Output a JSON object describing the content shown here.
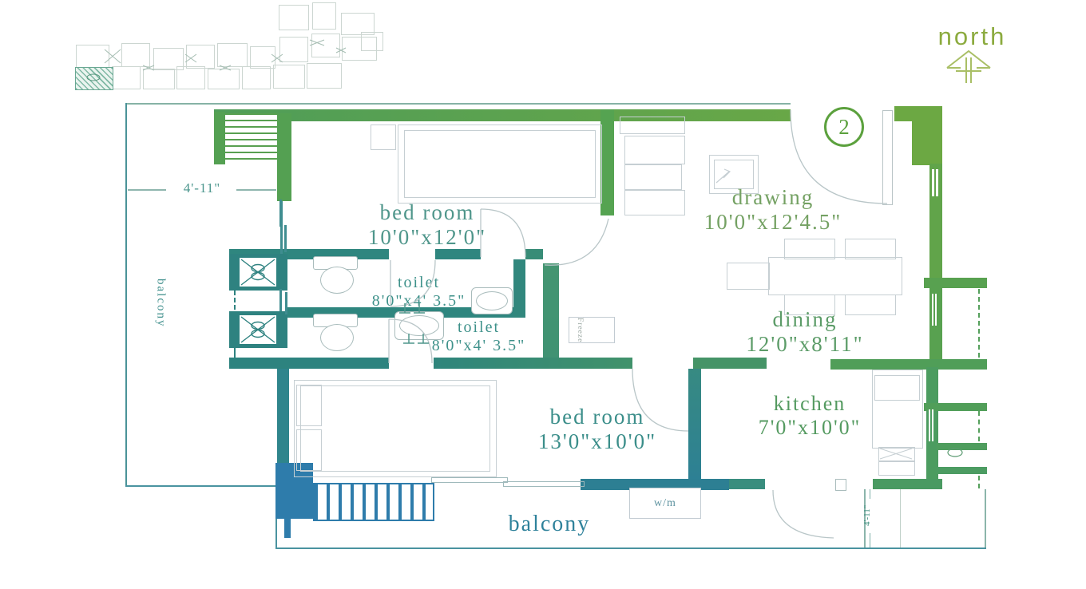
{
  "compass": {
    "label": "north"
  },
  "unit_marker": {
    "number": "2"
  },
  "rooms": {
    "bedroom1": {
      "name": "bed room",
      "size": "10'0\"x12'0\""
    },
    "drawing": {
      "name": "drawing",
      "size": "10'0\"x12'4.5\""
    },
    "toilet1": {
      "name": "toilet",
      "size": "8'0\"x4' 3.5\""
    },
    "toilet2": {
      "name": "toilet",
      "size": "8'0\"x4' 3.5\""
    },
    "bedroom2": {
      "name": "bed room",
      "size": "13'0\"x10'0\""
    },
    "dining": {
      "name": "dining",
      "size": "12'0\"x8'11\""
    },
    "kitchen": {
      "name": "kitchen",
      "size": "7'0\"x10'0\""
    },
    "balcony_left": {
      "name": "balcony"
    },
    "balcony_bottom": {
      "name": "balcony"
    }
  },
  "appliances": {
    "washing_machine": "w/m",
    "refrigerator": "Freeze"
  },
  "dimensions": {
    "balcony_left_width": "4'-11\"",
    "balcony_bottom_depth": "4'-11\""
  },
  "colors": {
    "wall_teal": "#2f8780",
    "wall_blue": "#2e7cab",
    "wall_green": "#5aa24a",
    "wall_olive": "#6ca843",
    "label_teal": "#3f8f8c",
    "label_green": "#5c9c68",
    "north_olive": "#8cab3f"
  }
}
